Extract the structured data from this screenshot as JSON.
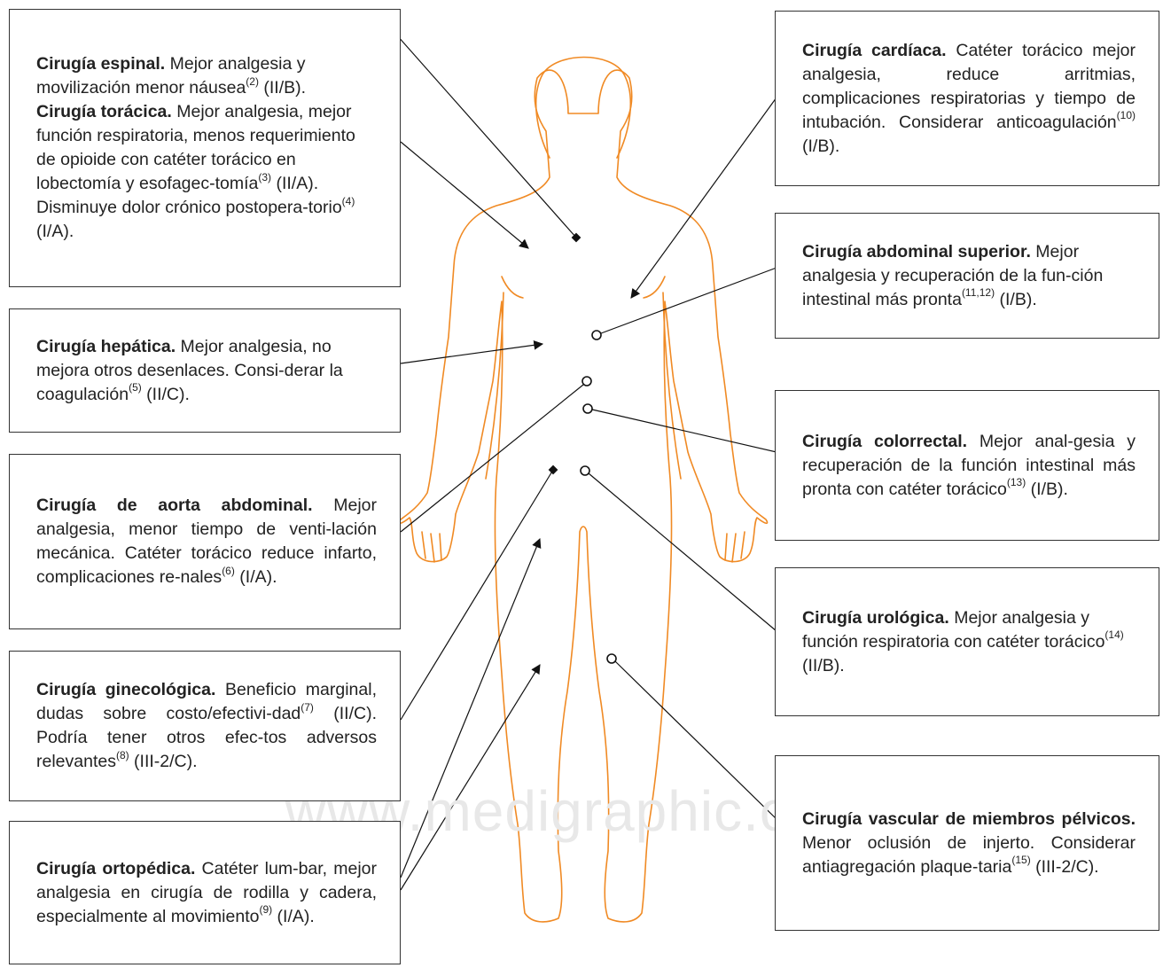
{
  "watermark": "www.medigraphic.org.mx",
  "colors": {
    "body_outline": "#f08a24",
    "line": "#111111",
    "box_border": "#333333"
  },
  "boxes": {
    "spinal_thoracic": {
      "lead1": "Cirugía espinal.",
      "text1": " Mejor analgesia y movilización menor náusea",
      "ref1": "(2)",
      "grade1": " (II/B).",
      "lead2": "Cirugía torácica.",
      "text2": " Mejor analgesia, mejor función respiratoria, menos requerimiento de opioide con catéter torácico en lobectomía y esofagec-tomía",
      "ref2": "(3)",
      "grade2": " (II/A).",
      "text3": "Disminuye dolor crónico postopera-torio",
      "ref3": "(4)",
      "grade3": " (I/A)."
    },
    "hepatic": {
      "lead": "Cirugía hepática.",
      "text": " Mejor analgesia, no mejora otros desenlaces. Consi-derar la coagulación",
      "ref": "(5)",
      "grade": " (II/C)."
    },
    "aorta": {
      "lead": "Cirugía de aorta abdominal.",
      "text": " Mejor analgesia, menor tiempo de venti-lación mecánica. Catéter torácico reduce infarto, complicaciones re-nales",
      "ref": "(6)",
      "grade": " (I/A)."
    },
    "gynecologic": {
      "lead": "Cirugía ginecológica.",
      "text": " Beneficio marginal, dudas sobre costo/efectivi-dad",
      "ref": "(7)",
      "mid": " (II/C). Podría tener otros efec-tos adversos relevantes",
      "ref2": "(8)",
      "grade": " (III-2/C)."
    },
    "orthopedic": {
      "lead": "Cirugía ortopédica.",
      "text": " Catéter lum-bar, mejor analgesia en cirugía de rodilla y cadera, especialmente al movimiento",
      "ref": "(9)",
      "grade": " (I/A)."
    },
    "cardiac": {
      "lead": "Cirugía cardíaca.",
      "text": " Catéter torácico mejor analgesia, reduce arritmias, complicaciones respiratorias y tiempo de intubación. Considerar anticoagulación",
      "ref": "(10)",
      "grade": " (I/B)."
    },
    "upper_abdominal": {
      "lead": "Cirugía abdominal superior.",
      "text": " Mejor analgesia y recuperación de la fun-ción intestinal más pronta",
      "ref": "(11,12)",
      "grade": " (I/B)."
    },
    "colorectal": {
      "lead": "Cirugía colorrectal.",
      "text": " Mejor anal-gesia y recuperación de la función intestinal más pronta con catéter torácico",
      "ref": "(13)",
      "grade": " (I/B)."
    },
    "urologic": {
      "lead": "Cirugía urológica.",
      "text": " Mejor analgesia y función respiratoria con catéter torácico",
      "ref": "(14)",
      "grade": " (II/B)."
    },
    "vascular": {
      "lead": "Cirugía vascular de miembros pélvicos.",
      "text": " Menor oclusión de injerto. Considerar antiagregación plaque-taria",
      "ref": "(15)",
      "grade": " (III-2/C)."
    }
  }
}
